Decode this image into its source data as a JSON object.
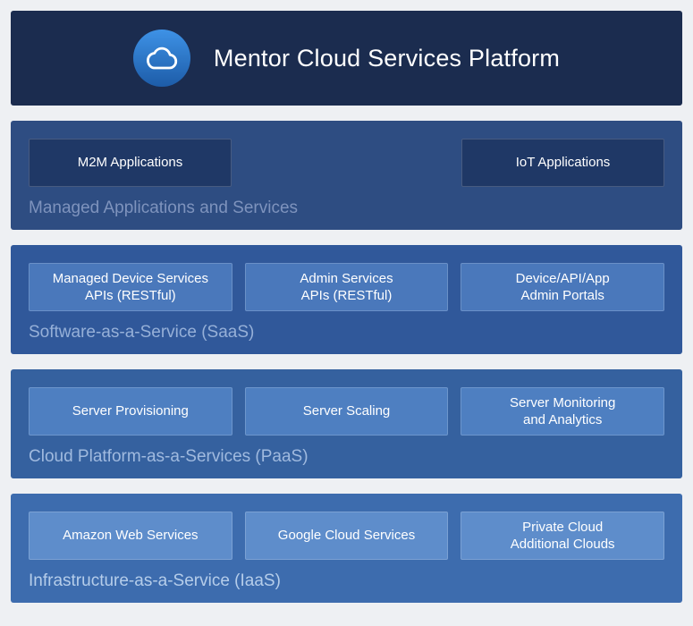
{
  "header": {
    "title": "Mentor Cloud Services Platform",
    "icon": "cloud-icon"
  },
  "layers": [
    {
      "label": "Managed Applications and Services",
      "boxes": [
        "M2M Applications",
        "IoT Applications"
      ]
    },
    {
      "label": "Software-as-a-Service (SaaS)",
      "boxes": [
        "Managed Device Services\nAPIs (RESTful)",
        "Admin Services\nAPIs (RESTful)",
        "Device/API/App\nAdmin Portals"
      ]
    },
    {
      "label": "Cloud Platform-as-a-Services (PaaS)",
      "boxes": [
        "Server Provisioning",
        "Server Scaling",
        "Server Monitoring\nand Analytics"
      ]
    },
    {
      "label": "Infrastructure-as-a-Service (IaaS)",
      "boxes": [
        "Amazon Web Services",
        "Google Cloud Services",
        "Private Cloud\nAdditional Clouds"
      ]
    }
  ],
  "colors": {
    "page_background": "#eef0f3",
    "header_background": "#1b2c4f",
    "layer_backgrounds": [
      "#2e4d82",
      "#30589a",
      "#35619f",
      "#3d6cae"
    ],
    "box_backgrounds": [
      "#1f3866",
      "#4a78bb",
      "#4e7fc1",
      "#5e8dcb"
    ],
    "label_colors": [
      "#7e93bd",
      "#96b0d8",
      "#a0badf",
      "#b5cdea"
    ],
    "text_color": "#ffffff"
  }
}
